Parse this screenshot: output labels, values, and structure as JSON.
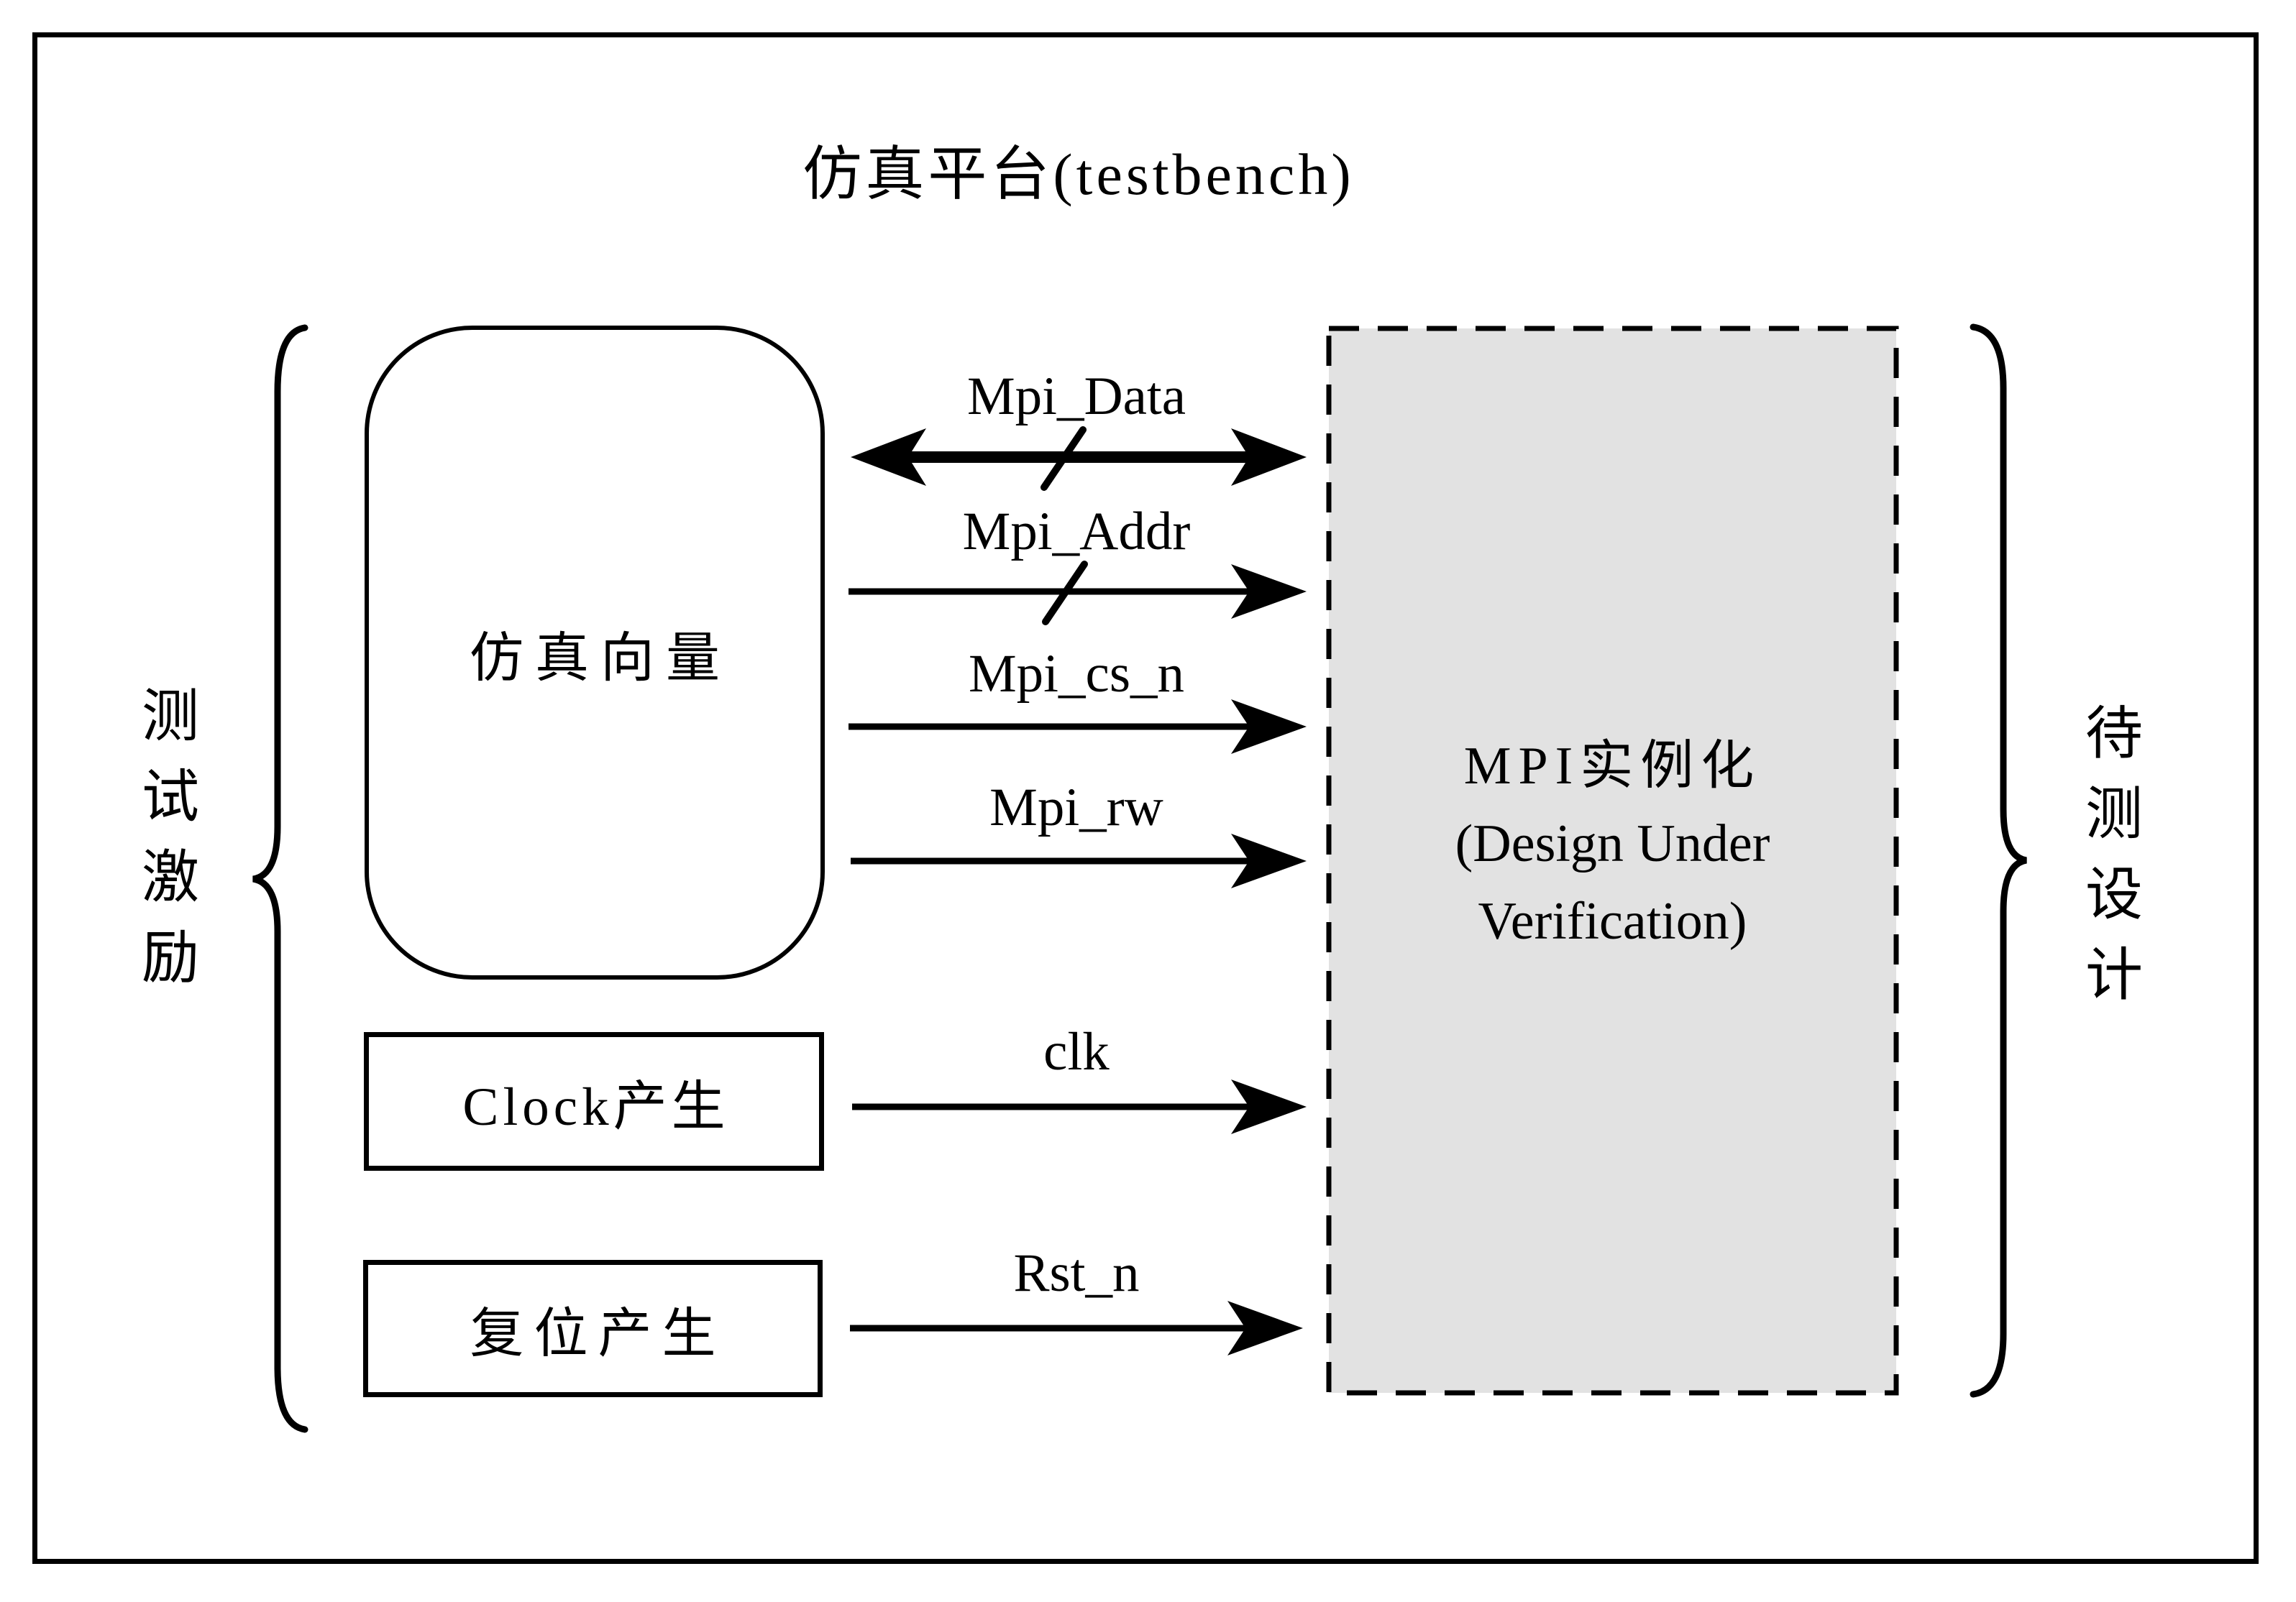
{
  "title": "仿真平台(testbench)",
  "left_caption": {
    "text": "测试激励",
    "chars": [
      "测",
      "试",
      "激",
      "励"
    ]
  },
  "right_caption": {
    "text": "待测设计",
    "chars": [
      "待",
      "测",
      "设",
      "计"
    ]
  },
  "blocks": {
    "sim_vector": {
      "label": "仿真向量"
    },
    "clock_gen": {
      "label": "Clock产生"
    },
    "reset_gen": {
      "label": "复位产生"
    },
    "dut": {
      "lines": [
        "MPI实例化",
        "(Design Under",
        "Verification)"
      ]
    }
  },
  "signals": [
    {
      "label": "Mpi_Data",
      "direction": "bidirectional",
      "bus": true
    },
    {
      "label": "Mpi_Addr",
      "direction": "to-dut",
      "bus": true
    },
    {
      "label": "Mpi_cs_n",
      "direction": "to-dut",
      "bus": false
    },
    {
      "label": "Mpi_rw",
      "direction": "to-dut",
      "bus": false
    },
    {
      "label": "clk",
      "direction": "to-dut",
      "bus": false
    },
    {
      "label": "Rst_n",
      "direction": "to-dut",
      "bus": false
    }
  ],
  "colors": {
    "line": "#000000",
    "dut_fill": "#e2e2e2",
    "background": "#ffffff"
  }
}
